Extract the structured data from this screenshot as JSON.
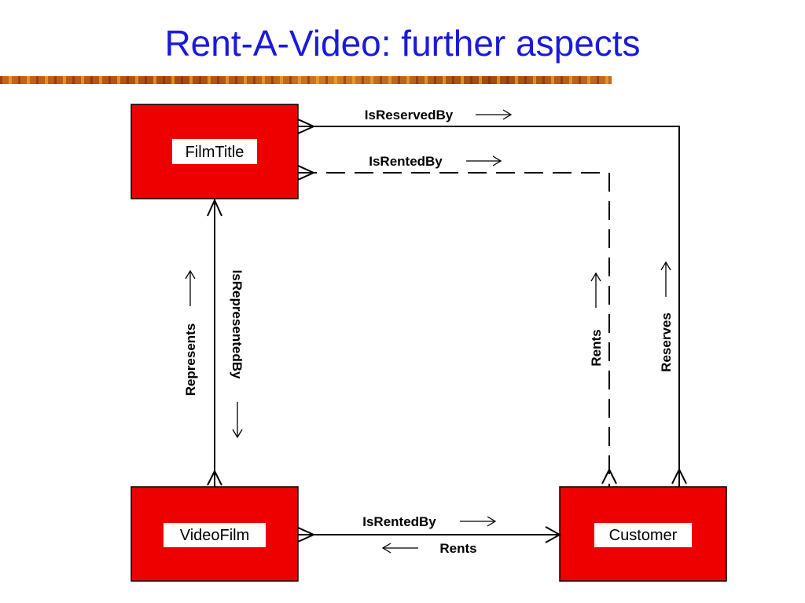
{
  "title": "Rent-A-Video: further aspects",
  "entities": {
    "film_title": "FilmTitle",
    "video_film": "VideoFilm",
    "customer": "Customer"
  },
  "relationships": {
    "is_reserved_by": "IsReservedBy",
    "is_rented_by_title": "IsRentedBy",
    "represents": "Represents",
    "is_represented_by": "IsRepresentedBy",
    "rents_title": "Rents",
    "reserves": "Reserves",
    "is_rented_by_film": "IsRentedBy",
    "rents_film": "Rents"
  },
  "colors": {
    "title": "#1a1adb",
    "entity_fill": "#ee0000",
    "entity_label_bg": "#ffffff"
  }
}
